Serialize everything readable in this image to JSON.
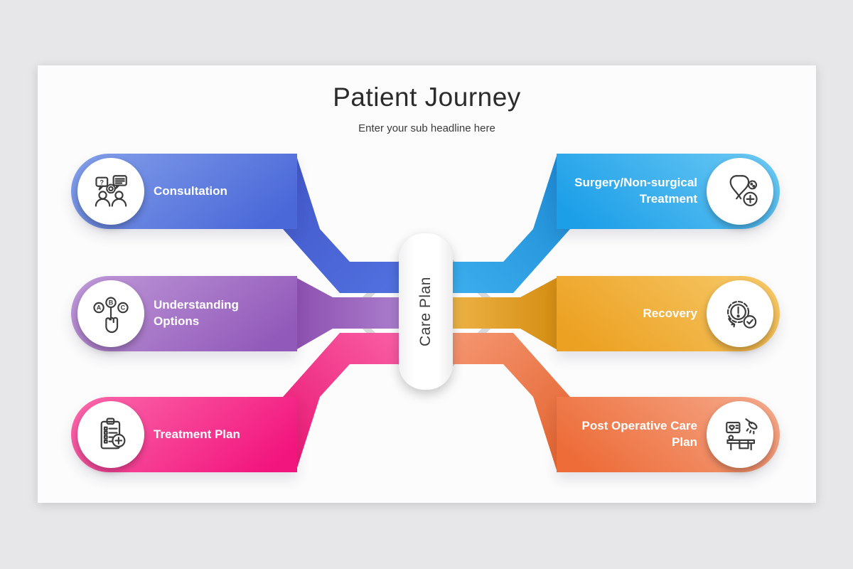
{
  "header": {
    "title": "Patient Journey",
    "subtitle": "Enter your sub headline here"
  },
  "center": {
    "label": "Care Plan"
  },
  "items": [
    {
      "label": "Consultation",
      "side": "left",
      "row": 1,
      "icon": "consultation-icon",
      "colors": {
        "light": "#84a0ea",
        "dark": "#4a68d8"
      }
    },
    {
      "label": "Understanding Options",
      "side": "left",
      "row": 2,
      "icon": "choice-abc-icon",
      "colors": {
        "light": "#c09ad9",
        "dark": "#9159b9"
      }
    },
    {
      "label": "Treatment Plan",
      "side": "left",
      "row": 3,
      "icon": "clipboard-plus-icon",
      "colors": {
        "light": "#fb6aac",
        "dark": "#f2157d"
      }
    },
    {
      "label": "Surgery/Non-surgical Treatment",
      "side": "right",
      "row": 1,
      "icon": "ribbon-plus-icon",
      "colors": {
        "light": "#6ecaf4",
        "dark": "#1d9fe8"
      }
    },
    {
      "label": "Recovery",
      "side": "right",
      "row": 2,
      "icon": "gear-alert-check-icon",
      "colors": {
        "light": "#f7ca6b",
        "dark": "#eca122"
      }
    },
    {
      "label": "Post Operative Care Plan",
      "side": "right",
      "row": 3,
      "icon": "operating-room-icon",
      "colors": {
        "light": "#f5ab8d",
        "dark": "#ed6c38"
      }
    }
  ],
  "icon_glyphs": {
    "question": "?",
    "a": "A",
    "b": "B",
    "c": "C"
  },
  "canvas": {
    "background": "#e7e7e9",
    "slide": "#fcfcfc",
    "diamond_outline": "#d8d8da"
  }
}
